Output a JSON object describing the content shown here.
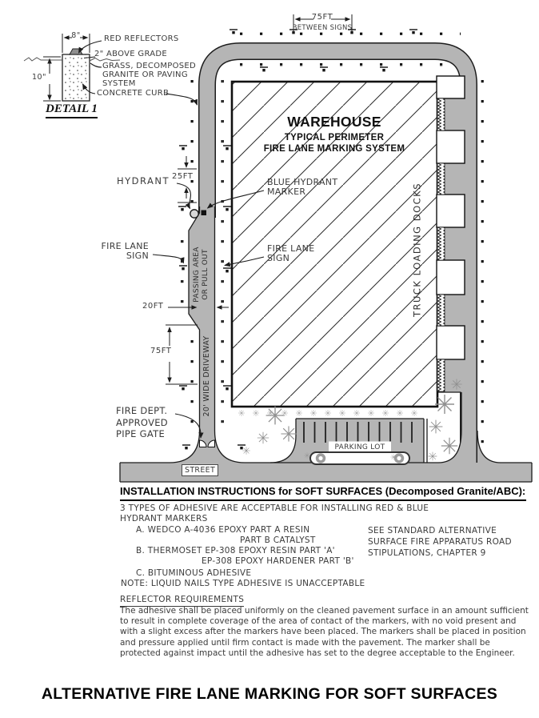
{
  "detail": {
    "title": "DETAIL 1",
    "dim_width": "8\"",
    "dim_height": "10\"",
    "red_reflectors": "RED REFLECTORS",
    "above_grade": "2\" ABOVE GRADE",
    "surface": "GRASS, DECOMPOSED\nGRANITE OR PAVING\nSYSTEM",
    "concrete_curb": "CONCRETE CURB"
  },
  "plan": {
    "between_signs_dim": "75FT",
    "between_signs_sub": "BETWEEN SIGNS",
    "warehouse_title": "WAREHOUSE",
    "warehouse_sub1": "TYPICAL PERIMETER",
    "warehouse_sub2": "FIRE LANE MARKING SYSTEM",
    "truck_loading_docks": "TRUCK LOADING DOCKS",
    "hydrant": "HYDRANT",
    "blue_hydrant_marker": "BLUE HYDRANT\nMARKER",
    "fire_lane_sign_left": "FIRE LANE\nSIGN",
    "fire_lane_sign_right": "FIRE LANE\nSIGN",
    "dim_25ft": "25FT",
    "passing_area_line1": "PASSING AREA",
    "passing_area_line2": "OR PULL OUT",
    "dim_20ft": "20FT",
    "dim_75ft": "75FT",
    "driveway": "20' WIDE DRIVEWAY",
    "pipe_gate": "FIRE DEPT.\nAPPROVED\nPIPE GATE",
    "street": "STREET",
    "parking_lot": "PARKING LOT"
  },
  "instructions": {
    "heading": "INSTALLATION INSTRUCTIONS for SOFT SURFACES (Decomposed Granite/ABC):",
    "intro_line1": "3 TYPES OF ADHESIVE ARE ACCEPTABLE FOR INSTALLING RED & BLUE",
    "intro_line2": "HYDRANT MARKERS",
    "item_a1": "A.  WEDCO A-4036 EPOXY PART A RESIN",
    "item_a2": "PART B CATALYST",
    "item_b1": "B.  THERMOSET EP-308 EPOXY RESIN PART 'A'",
    "item_b2": "EP-308 EPOXY HARDENER PART 'B'",
    "item_c": "C.  BITUMINOUS ADHESIVE",
    "note": "NOTE: LIQUID NAILS TYPE ADHESIVE IS UNACCEPTABLE",
    "side_note": "SEE STANDARD ALTERNATIVE\nSURFACE FIRE APPARATUS ROAD\nSTIPULATIONS, CHAPTER 9",
    "reflector_heading": "REFLECTOR REQUIREMENTS",
    "reflector_body": "The adhesive shall be placed uniformly on the cleaned pavement surface in an amount sufficient to result in complete coverage of the area of contact of the markers, with no void present and with a slight excess after the markers have been placed.  The markers shall be placed in position and pressure applied until firm contact is made with the pavement.  The marker shall be protected against impact until the adhesive has set to the degree acceptable to the Engineer."
  },
  "footer_title": "ALTERNATIVE FIRE LANE MARKING FOR SOFT SURFACES",
  "colors": {
    "pavement": "#b5b5b5",
    "line": "#1c1c1c",
    "hand_text": "#3b3b3b",
    "tree": "#909090"
  }
}
